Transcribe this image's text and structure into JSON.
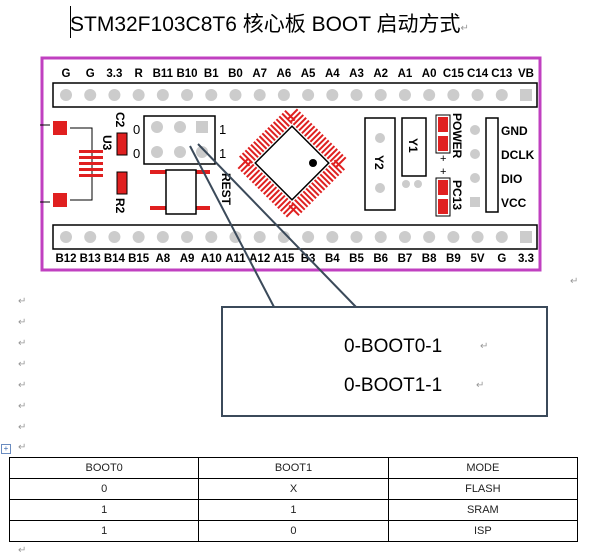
{
  "title": "STM32F103C8T6 核心板 BOOT 启动方式",
  "paragraph_mark": "↵",
  "board": {
    "top_pins": [
      "G",
      "G",
      "3.3",
      "R",
      "B11",
      "B10",
      "B1",
      "B0",
      "A7",
      "A6",
      "A5",
      "A4",
      "A3",
      "A2",
      "A1",
      "A0",
      "C15",
      "C14",
      "C13",
      "VB"
    ],
    "bottom_pins": [
      "B12",
      "B13",
      "B14",
      "B15",
      "A8",
      "A9",
      "A10",
      "A11",
      "A12",
      "A15",
      "B3",
      "B4",
      "B5",
      "B6",
      "B7",
      "B8",
      "B9",
      "5V",
      "G",
      "3.3"
    ],
    "jumper_left": [
      "0",
      "0"
    ],
    "jumper_right": [
      "1",
      "1"
    ],
    "labels": {
      "u3": "U3",
      "c2": "C2",
      "r2": "R2",
      "rest": "REST",
      "y1": "Y1",
      "y2": "Y2",
      "power": "POWER",
      "pc13": "PC13",
      "plus": "+"
    },
    "swd": [
      "GND",
      "DCLK",
      "DIO",
      "VCC"
    ],
    "colors": {
      "border": "#c040c0",
      "pad": "#e02020"
    }
  },
  "callout": {
    "line1": "0-BOOT0-1",
    "line2": "0-BOOT1-1"
  },
  "table": {
    "headers": [
      "BOOT0",
      "BOOT1",
      "MODE"
    ],
    "rows": [
      [
        "0",
        "X",
        "FLASH"
      ],
      [
        "1",
        "1",
        "SRAM"
      ],
      [
        "1",
        "0",
        "ISP"
      ]
    ]
  }
}
